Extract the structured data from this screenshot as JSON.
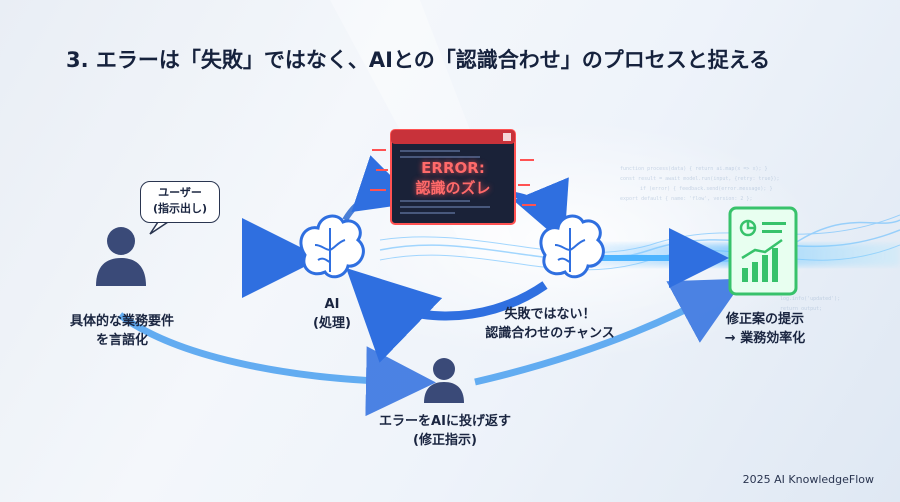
{
  "title": "3. エラーは「失敗」ではなく、AIとの「認識合わせ」のプロセスと捉える",
  "user": {
    "bubble_line1": "ユーザー",
    "bubble_line2": "(指示出し)",
    "label_line1": "具体的な業務要件",
    "label_line2": "を言語化"
  },
  "ai": {
    "label_line1": "AI",
    "label_line2": "(処理)"
  },
  "error": {
    "line1": "ERROR:",
    "line2": "認識のズレ"
  },
  "chance": {
    "line1": "失敗ではない！",
    "line2": "認識合わせのチャンス"
  },
  "feedback": {
    "line1": "エラーをAIに投げ返す",
    "line2": "(修正指示)"
  },
  "result": {
    "line1": "修正案の提示",
    "line2": "→ 業務効率化"
  },
  "footer": "2025 AI KnowledgeFlow",
  "colors": {
    "accent_blue": "#2f6fe0",
    "error_red": "#ff5252",
    "doc_green": "#38c26b",
    "icon_navy": "#3a4a78"
  }
}
